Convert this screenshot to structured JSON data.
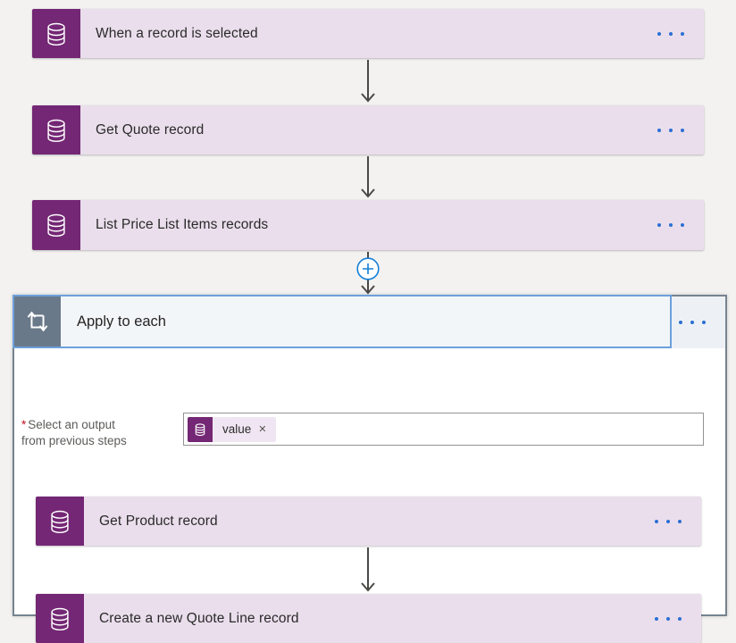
{
  "page": {
    "background": "#f3f2f1"
  },
  "colors": {
    "connector_purple": "#742774",
    "action_card_bg": "#eadeec",
    "ellipsis_blue": "#2b6fd4",
    "insert_plus_blue": "#1380d8",
    "selected_border_blue": "#6ca0dc",
    "scope_border_gray": "#76838f",
    "scope_icon_bg": "#6a7989",
    "arrow_gray": "#4a4946",
    "required_red": "#c50f1f"
  },
  "flow": {
    "top_actions": [
      {
        "title": "When a record is selected",
        "icon": "dataverse-database-icon"
      },
      {
        "title": "Get Quote record",
        "icon": "dataverse-database-icon"
      },
      {
        "title": "List Price List Items records",
        "icon": "dataverse-database-icon"
      }
    ],
    "insert_step": {
      "symbol": "+"
    },
    "foreach": {
      "title": "Apply to each",
      "icon": "apply-to-each-loop-icon",
      "parameter": {
        "required_marker": "*",
        "label_line1": "Select an output",
        "label_line2": "from previous steps",
        "value_token": {
          "icon": "dataverse-database-icon",
          "text": "value",
          "remove_symbol": "✕"
        }
      },
      "actions": [
        {
          "title": "Get Product record",
          "icon": "dataverse-database-icon"
        },
        {
          "title": "Create a new Quote Line record",
          "icon": "dataverse-database-icon"
        }
      ]
    }
  }
}
